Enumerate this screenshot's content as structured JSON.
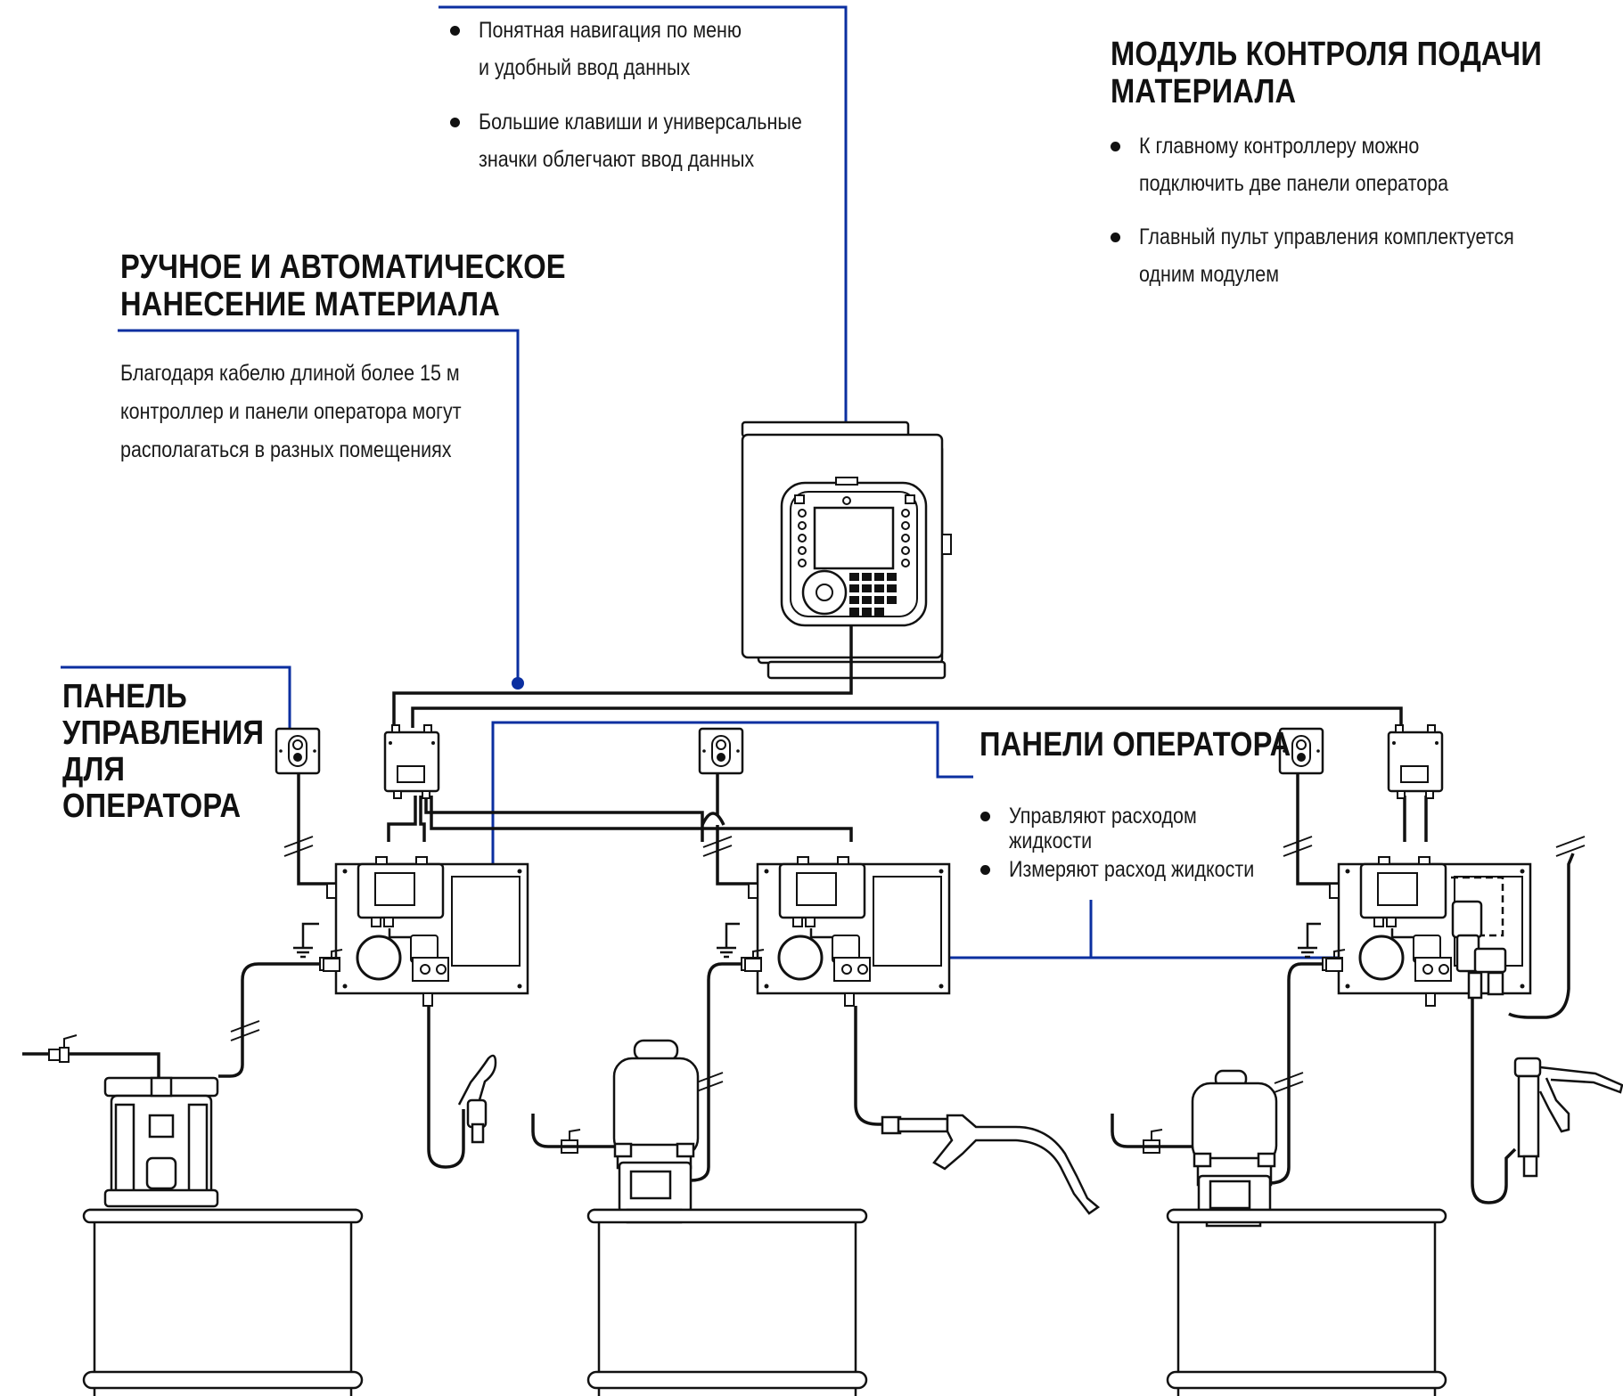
{
  "colors": {
    "leader": "#0b2fa0",
    "ink": "#111111"
  },
  "top_callout": {
    "bullets": [
      {
        "line1": "Понятная навигация по меню",
        "line2": "и удобный ввод данных"
      },
      {
        "line1": "Большие клавиши и универсальные",
        "line2": "значки облегчают ввод данных"
      }
    ]
  },
  "module_callout": {
    "title_line1": "МОДУЛЬ КОНТРОЛЯ ПОДАЧИ",
    "title_line2": "МАТЕРИАЛА",
    "bullets": [
      {
        "line1": "К главному контроллеру можно",
        "line2": "подключить две панели оператора"
      },
      {
        "line1": "Главный пульт управления комплектуется",
        "line2": "одним модулем"
      }
    ]
  },
  "dispense_callout": {
    "title_line1": "РУЧНОЕ И АВТОМАТИЧЕСКОЕ",
    "title_line2": "НАНЕСЕНИЕ МАТЕРИАЛА",
    "text_line1": "Благодаря кабелю длиной более 15 м",
    "text_line2": "контроллер и панели оператора могут",
    "text_line3": "располагаться в разных помещениях"
  },
  "operator_panel_callout": {
    "title_line1": "ПАНЕЛЬ",
    "title_line2": "УПРАВЛЕНИЯ",
    "title_line3": "ДЛЯ",
    "title_line4": "ОПЕРАТОРА"
  },
  "operator_panels_callout": {
    "title": "ПАНЕЛИ ОПЕРАТОРА",
    "bullets": [
      {
        "line1": "Управляют расходом",
        "line2": "жидкости"
      },
      {
        "line1": "Измеряют расход жидкости",
        "line2": ""
      }
    ]
  },
  "icons": [
    "controller-icon",
    "operator-panel-icon",
    "fluid-module-icon",
    "pump-icon",
    "dispense-valve-icon",
    "drum-icon",
    "ground-icon"
  ]
}
